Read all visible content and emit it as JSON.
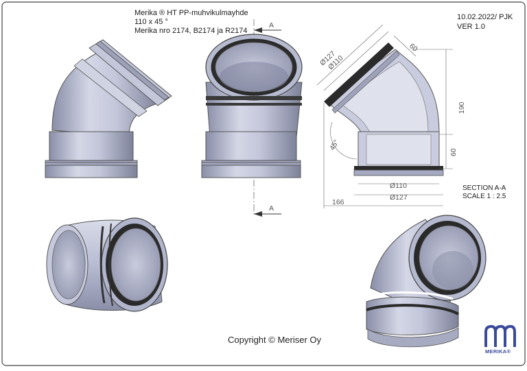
{
  "title_block": {
    "line1": "Merika ® HT PP-muhvikulmayhde",
    "line2": "110 x 45  °",
    "line3": "Merika nro  2174, B2174 ja R2174",
    "date_author": "10.02.2022/ PJK",
    "version": "VER 1.0"
  },
  "section_marks": {
    "top_label": "A",
    "bottom_label": "A"
  },
  "dimensions": {
    "d127_top": "Ø127",
    "d110_top": "Ø110",
    "len60_top": "60",
    "len190": "190",
    "len60_right": "60",
    "angle": "45°",
    "d110_bottom": "Ø110",
    "d127_bottom": "Ø127",
    "len166": "166"
  },
  "section_info": {
    "line1": "SECTION A-A",
    "line2": "SCALE 1 : 2.5"
  },
  "footer": {
    "copyright": "Copyright © Meriser Oy",
    "logo_text": "MERIKA®"
  },
  "colors": {
    "pipe_body": "#b9bdd4",
    "pipe_dark": "#7a7f9a",
    "gasket": "#2a2a2a",
    "logo": "#3a4a9a",
    "frame": "#444444"
  }
}
